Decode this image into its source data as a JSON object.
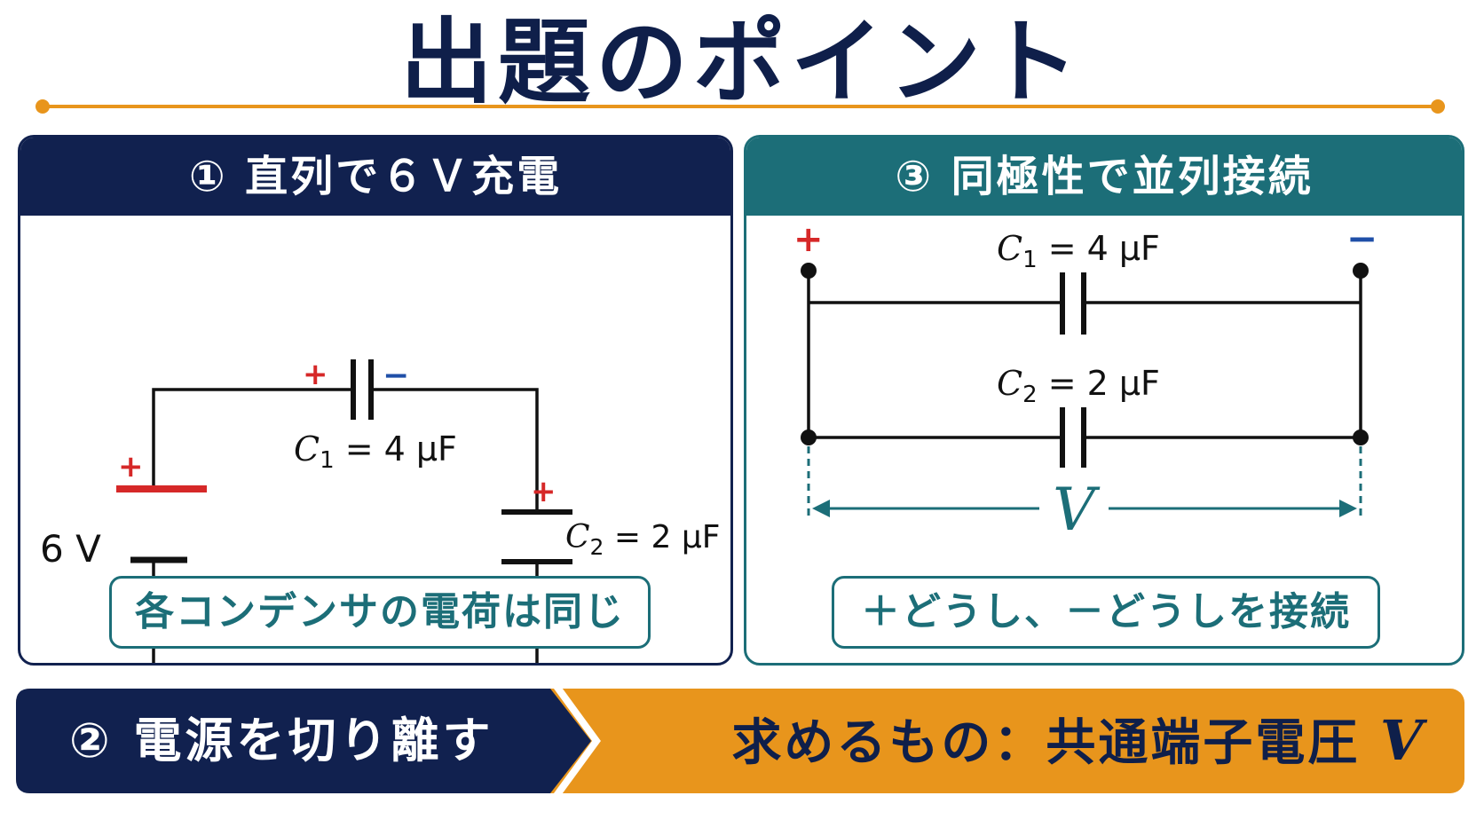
{
  "title": "出題のポイント",
  "colors": {
    "navy": "#11214f",
    "teal": "#1c6e78",
    "orange": "#e8951c",
    "plus_red": "#d62828",
    "minus_blue": "#1f4fa8"
  },
  "panel_left": {
    "header": "① 直列で６Ｖ充電",
    "battery_voltage": "6 V",
    "plus": "+",
    "minus": "−",
    "c1": {
      "symbol": "C",
      "sub": "1",
      "value": " = 4 μF"
    },
    "c2": {
      "symbol": "C",
      "sub": "2",
      "value": " = 2 μF"
    },
    "note": "各コンデンサの電荷は同じ"
  },
  "panel_right": {
    "header": "③ 同極性で並列接続",
    "plus": "+",
    "minus": "−",
    "c1": {
      "symbol": "C",
      "sub": "1",
      "value": " = 4 μF"
    },
    "c2": {
      "symbol": "C",
      "sub": "2",
      "value": " = 2 μF"
    },
    "voltage_symbol": "V",
    "note": "＋どうし、－どうしを接続"
  },
  "bottom": {
    "left_text": "② 電源を切り離す",
    "right_text": "求めるもの：共通端子電圧 ",
    "right_var": "V"
  }
}
